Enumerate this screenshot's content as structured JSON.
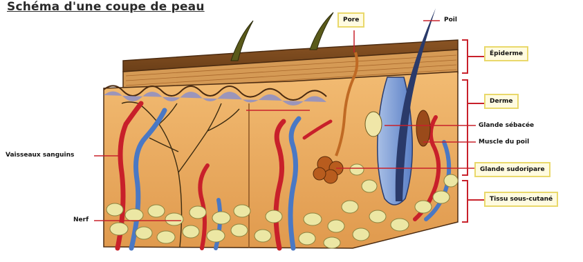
{
  "title": "Schéma d'une coupe de peau",
  "labels": {
    "pore": "Pore",
    "poil": "Poil",
    "epiderme": "Épiderme",
    "derme": "Derme",
    "glande_sebacee": "Glande sébacée",
    "muscle_poil": "Muscle du poil",
    "glande_sudoripare": "Glande sudoripare",
    "tissu_sous_cutane": "Tissu sous-cutané",
    "vaisseaux_sanguins": "Vaisseaux sanguins",
    "nerf": "Nerf"
  },
  "colors": {
    "leader": "#c8202a",
    "epidermis_top": "#7a4a1e",
    "dermis": "#e9a95e",
    "artery": "#c8202a",
    "vein": "#4a78c4",
    "fat": "#ece7a4",
    "hair": "#2a3a6a",
    "label_box_border": "#e9d86a"
  }
}
